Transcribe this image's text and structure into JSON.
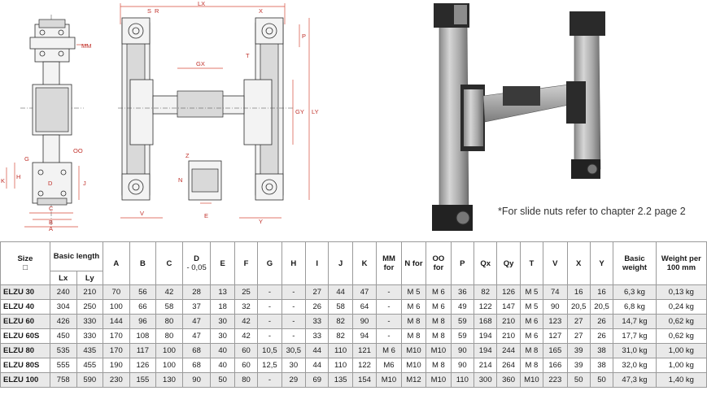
{
  "drawing_labels": {
    "top": [
      "S",
      "R",
      "LX",
      "X"
    ],
    "left_view": [
      "MM",
      "OO",
      "G",
      "A",
      "B",
      "C",
      "D",
      "K",
      "H",
      "J"
    ],
    "front_view": [
      "GX",
      "T",
      "P",
      "GY",
      "LY",
      "V",
      "Z",
      "N",
      "E",
      "Y"
    ],
    "photo_caption": "*For slide nuts refer to chapter 2.2 page 2"
  },
  "table": {
    "header": {
      "size_label": "Size",
      "size_symbol": "□",
      "basic_length_label": "Basic length",
      "lx": "Lx",
      "ly": "Ly",
      "cols": [
        "A",
        "B",
        "C"
      ],
      "d_label": "D",
      "d_tol": "- 0,05",
      "cols2": [
        "E",
        "F",
        "G",
        "H",
        "I",
        "J",
        "K"
      ],
      "mm_label": "MM for",
      "n_label": "N for",
      "oo_label": "OO for",
      "cols3": [
        "P",
        "Qx",
        "Qy",
        "T",
        "V",
        "X",
        "Y"
      ],
      "basic_weight_label": "Basic weight",
      "weight_per_label": "Weight per 100 mm"
    },
    "rows": [
      [
        "ELZU 30",
        "240",
        "210",
        "70",
        "56",
        "42",
        "28",
        "13",
        "25",
        "-",
        "-",
        "27",
        "44",
        "47",
        "-",
        "M 5",
        "M 6",
        "36",
        "82",
        "126",
        "M 5",
        "74",
        "16",
        "16",
        "6,3 kg",
        "0,13 kg"
      ],
      [
        "ELZU 40",
        "304",
        "250",
        "100",
        "66",
        "58",
        "37",
        "18",
        "32",
        "-",
        "-",
        "26",
        "58",
        "64",
        "-",
        "M 6",
        "M 6",
        "49",
        "122",
        "147",
        "M 5",
        "90",
        "20,5",
        "20,5",
        "6,8 kg",
        "0,24 kg"
      ],
      [
        "ELZU 60",
        "426",
        "330",
        "144",
        "96",
        "80",
        "47",
        "30",
        "42",
        "-",
        "-",
        "33",
        "82",
        "90",
        "-",
        "M 8",
        "M 8",
        "59",
        "168",
        "210",
        "M 6",
        "123",
        "27",
        "26",
        "14,7 kg",
        "0,62 kg"
      ],
      [
        "ELZU 60S",
        "450",
        "330",
        "170",
        "108",
        "80",
        "47",
        "30",
        "42",
        "-",
        "-",
        "33",
        "82",
        "94",
        "-",
        "M 8",
        "M 8",
        "59",
        "194",
        "210",
        "M 6",
        "127",
        "27",
        "26",
        "17,7 kg",
        "0,62 kg"
      ],
      [
        "ELZU 80",
        "535",
        "435",
        "170",
        "117",
        "100",
        "68",
        "40",
        "60",
        "10,5",
        "30,5",
        "44",
        "110",
        "121",
        "M 6",
        "M10",
        "M10",
        "90",
        "194",
        "244",
        "M 8",
        "165",
        "39",
        "38",
        "31,0 kg",
        "1,00 kg"
      ],
      [
        "ELZU 80S",
        "555",
        "455",
        "190",
        "126",
        "100",
        "68",
        "40",
        "60",
        "12,5",
        "30",
        "44",
        "110",
        "122",
        "M6",
        "M10",
        "M 8",
        "90",
        "214",
        "264",
        "M 8",
        "166",
        "39",
        "38",
        "32,0 kg",
        "1,00 kg"
      ],
      [
        "ELZU 100",
        "758",
        "590",
        "230",
        "155",
        "130",
        "90",
        "50",
        "80",
        "-",
        "29",
        "69",
        "135",
        "154",
        "M10",
        "M12",
        "M10",
        "110",
        "300",
        "360",
        "M10",
        "223",
        "50",
        "50",
        "47,3 kg",
        "1,40 kg"
      ]
    ]
  }
}
